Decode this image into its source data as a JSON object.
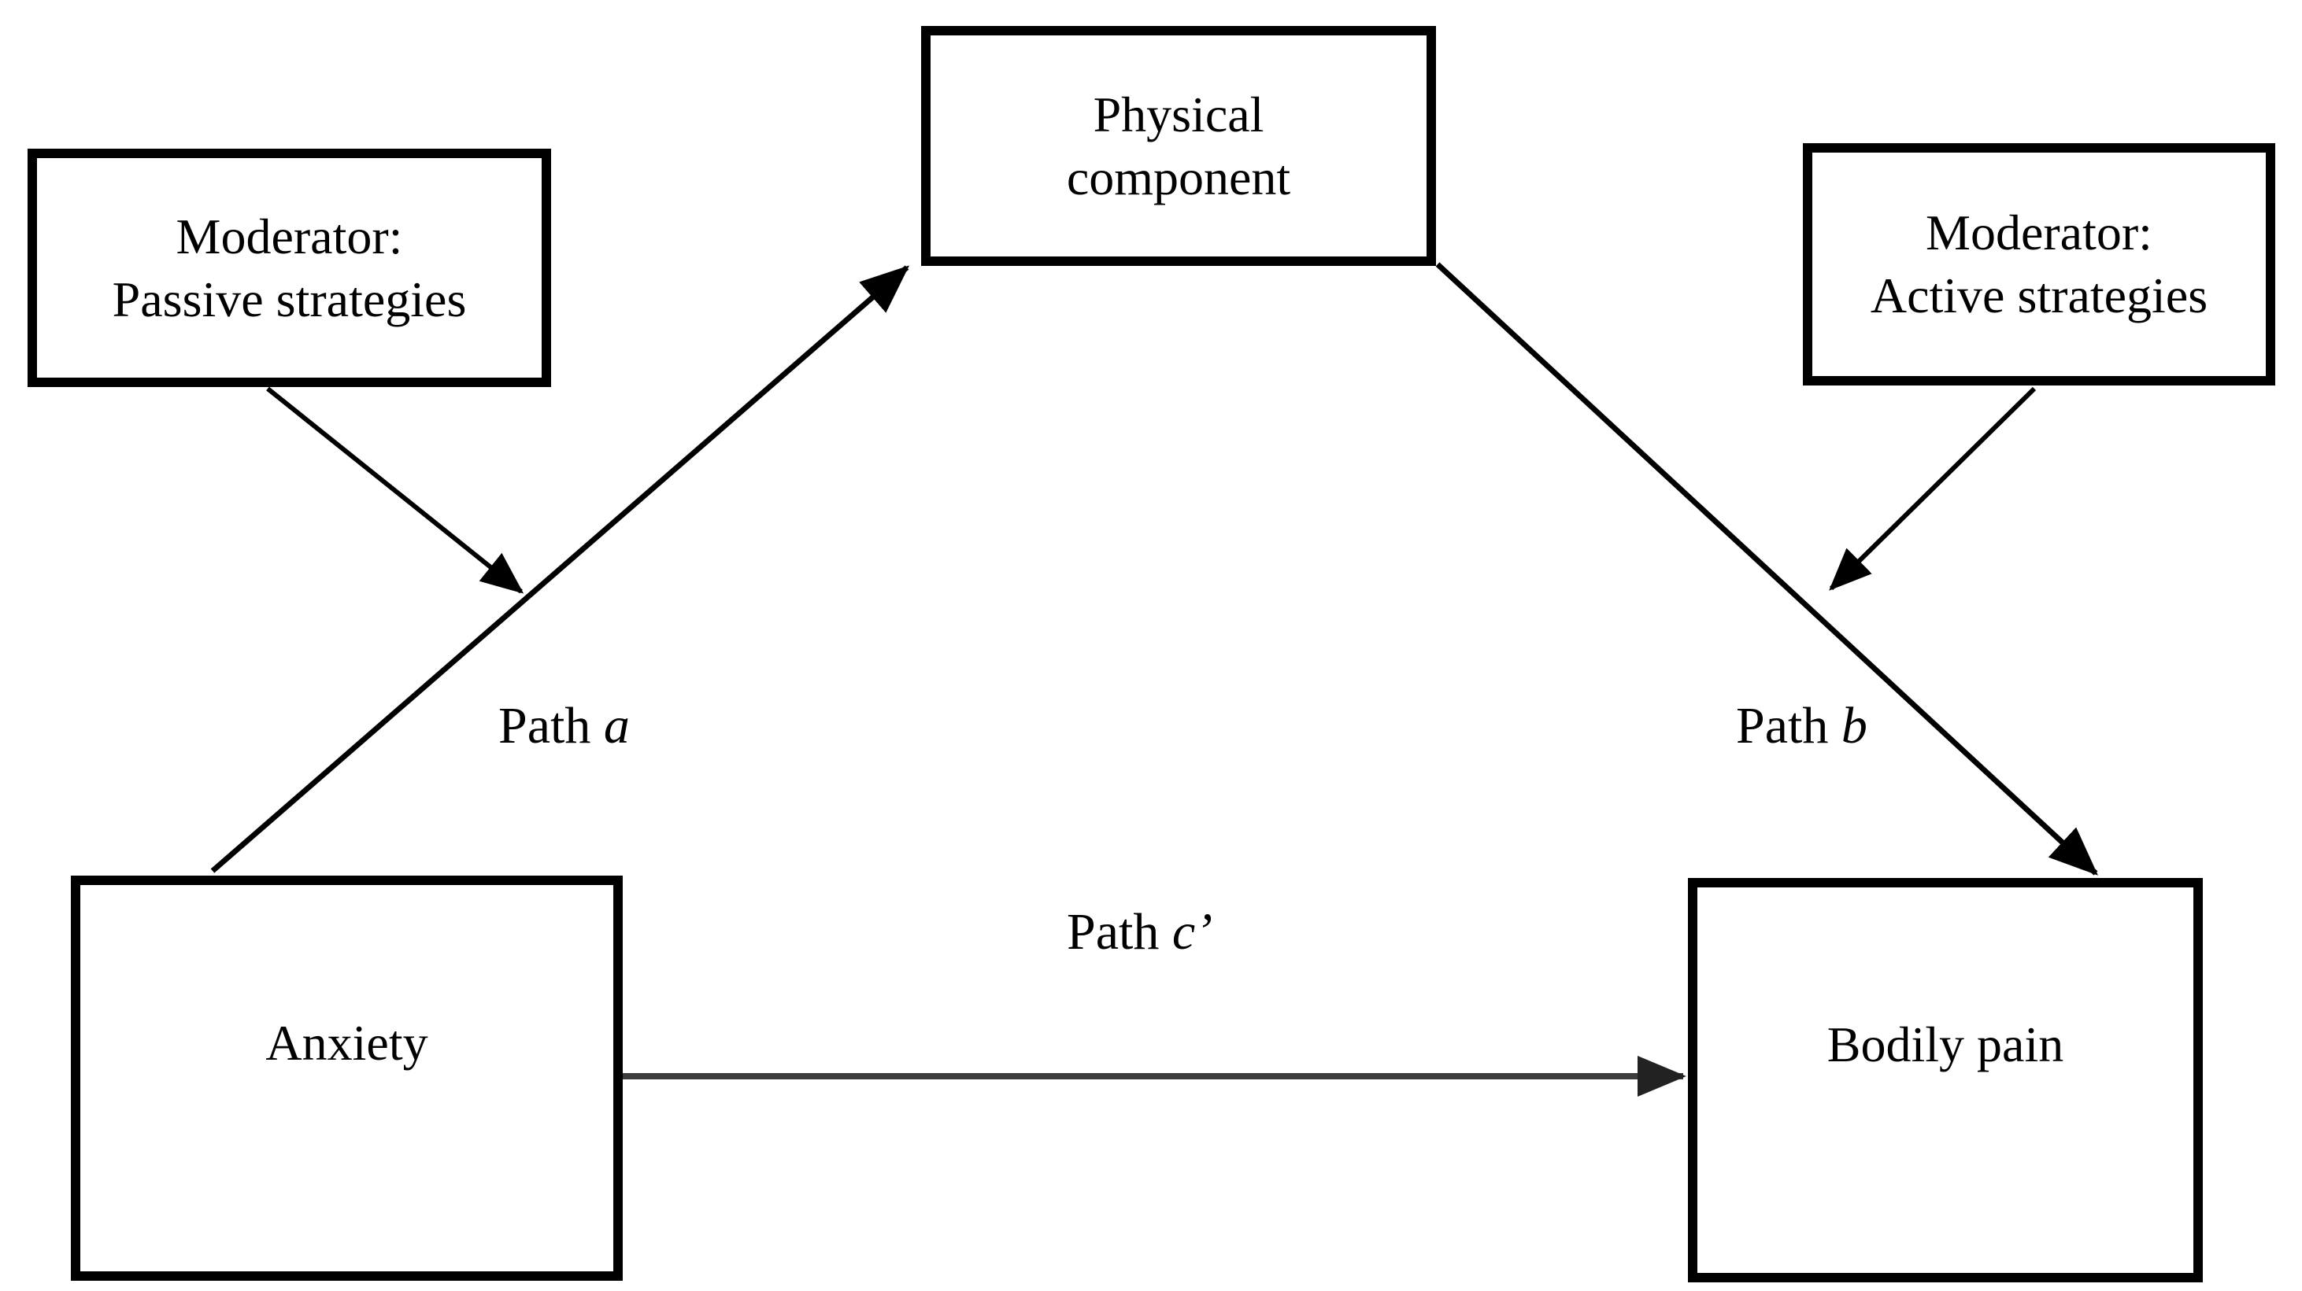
{
  "diagram": {
    "boxes": {
      "moderator_passive": {
        "line1": "Moderator:",
        "line2": "Passive strategies"
      },
      "physical": {
        "line1": "Physical",
        "line2": "component"
      },
      "moderator_active": {
        "line1": "Moderator:",
        "line2": "Active strategies"
      },
      "anxiety": {
        "label": "Anxiety"
      },
      "bodily_pain": {
        "label": "Bodily pain"
      }
    },
    "path_labels": {
      "a": {
        "prefix": "Path ",
        "symbol": "a",
        "suffix": ""
      },
      "b": {
        "prefix": "Path ",
        "symbol": "b",
        "suffix": ""
      },
      "c": {
        "prefix": "Path ",
        "symbol": "c",
        "suffix": "’"
      }
    },
    "colors": {
      "line": "#000000",
      "direct_path_line": "#3c3c3c",
      "text": "#000000",
      "background": "#ffffff"
    }
  }
}
